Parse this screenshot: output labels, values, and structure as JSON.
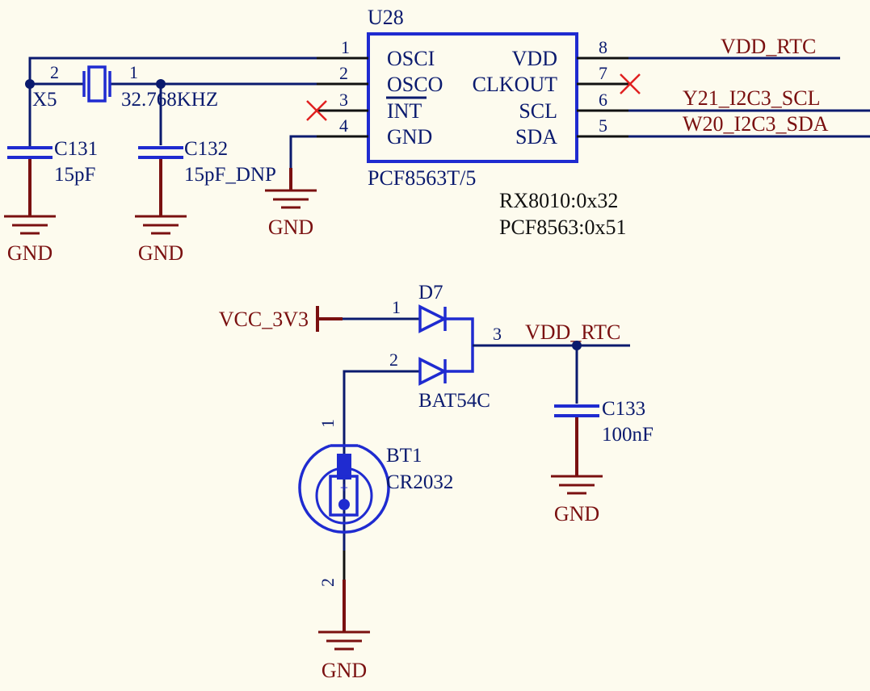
{
  "colors": {
    "background": "#fdfbee",
    "wire": "#0a1a6e",
    "component": "#1f2bd0",
    "power": "#7a1010",
    "no_connect": "#e02020"
  },
  "u28": {
    "designator": "U28",
    "part": "PCF8563T/5",
    "left_pins": [
      {
        "num": "1",
        "name": "OSCI"
      },
      {
        "num": "2",
        "name": "OSCO"
      },
      {
        "num": "3",
        "name": "INT"
      },
      {
        "num": "4",
        "name": "GND"
      }
    ],
    "right_pins": [
      {
        "num": "8",
        "name": "VDD"
      },
      {
        "num": "7",
        "name": "CLKOUT"
      },
      {
        "num": "6",
        "name": "SCL"
      },
      {
        "num": "5",
        "name": "SDA"
      }
    ]
  },
  "nets": {
    "vdd_rtc": "VDD_RTC",
    "scl": "Y21_I2C3_SCL",
    "sda": "W20_I2C3_SDA",
    "vcc": "VCC_3V3"
  },
  "addresses": [
    "RX8010:0x32",
    "PCF8563:0x51"
  ],
  "x5": {
    "designator": "X5",
    "value": "32.768KHZ",
    "pin_left": "2",
    "pin_right": "1"
  },
  "c131": {
    "designator": "C131",
    "value": "15pF"
  },
  "c132": {
    "designator": "C132",
    "value": "15pF_DNP"
  },
  "c133": {
    "designator": "C133",
    "value": "100nF"
  },
  "d7": {
    "designator": "D7",
    "part": "BAT54C",
    "pin1": "1",
    "pin2": "2",
    "pin3": "3"
  },
  "bt1": {
    "designator": "BT1",
    "part": "CR2032",
    "pin1": "1",
    "pin2": "2",
    "plus": "+",
    "minus": "-"
  },
  "gnd_label": "GND",
  "icons": [
    "ground-icon",
    "no-connect-icon",
    "capacitor-icon",
    "crystal-icon",
    "diode-icon",
    "battery-icon",
    "power-port-icon",
    "junction-dot-icon"
  ]
}
